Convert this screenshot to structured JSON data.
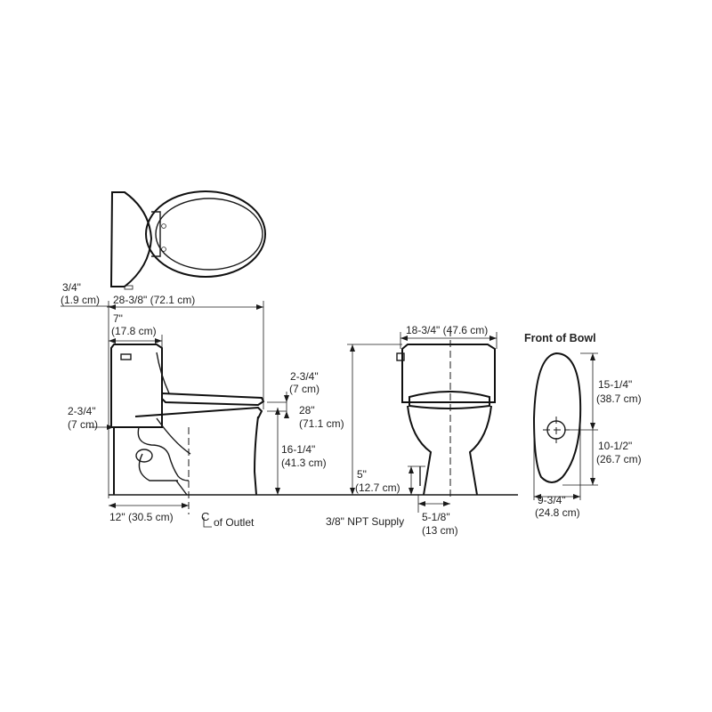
{
  "diagram": {
    "front_label": "Front of Bowl",
    "labels": {
      "top_offset_in": "3/4\"",
      "top_offset_cm": "(1.9 cm)",
      "overall_length": "28-3/8\" (72.1 cm)",
      "tank_depth_in": "7\"",
      "tank_depth_cm": "(17.8 cm)",
      "seat_rise_in": "2-3/4\"",
      "seat_rise_cm": "(7 cm)",
      "overall_height_in": "28\"",
      "overall_height_cm": "(71.1 cm)",
      "rim_height_in": "16-1/4\"",
      "rim_height_cm": "(41.3 cm)",
      "base_offset_in": "2-3/4\"",
      "base_offset_cm": "(7 cm)",
      "rough_in": "12\" (30.5 cm)",
      "outlet_label": "of Outlet",
      "width": "18-3/4\" (47.6 cm)",
      "supply_height_in": "5\"",
      "supply_height_cm": "(12.7 cm)",
      "supply": "3/8\" NPT Supply",
      "supply_offset_in": "5-1/8\"",
      "supply_offset_cm": "(13 cm)",
      "bowl_length_in": "15-1/4\"",
      "bowl_length_cm": "(38.7 cm)",
      "outlet_to_front_in": "10-1/2\"",
      "outlet_to_front_cm": "(26.7 cm)",
      "bowl_width_in": "9-3/4\"",
      "bowl_width_cm": "(24.8 cm)"
    }
  }
}
